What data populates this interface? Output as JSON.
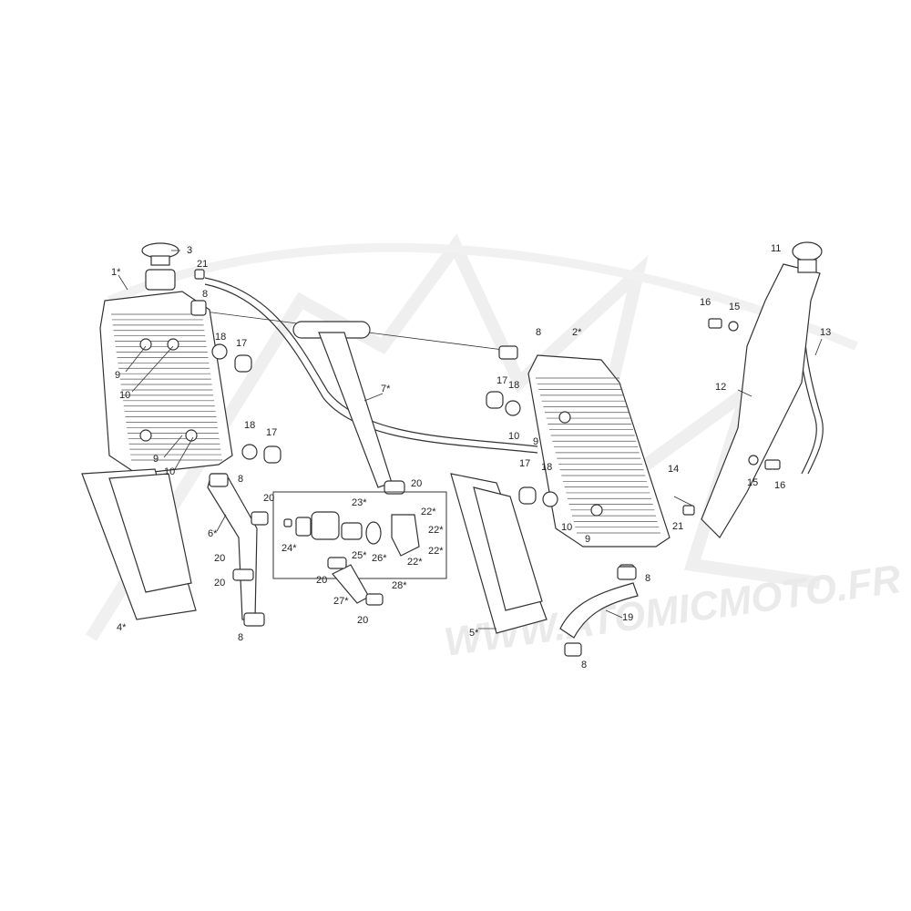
{
  "watermark": {
    "text": "WWW.ATOMICMOTO.FR",
    "color": "#e6e6e6"
  },
  "labels": [
    {
      "id": "l-3",
      "text": "3"
    },
    {
      "id": "l-21a",
      "text": "21"
    },
    {
      "id": "l-1",
      "text": "1*"
    },
    {
      "id": "l-8a",
      "text": "8"
    },
    {
      "id": "l-18a",
      "text": "18"
    },
    {
      "id": "l-17a",
      "text": "17"
    },
    {
      "id": "l-9a",
      "text": "9"
    },
    {
      "id": "l-10a",
      "text": "10"
    },
    {
      "id": "l-18b",
      "text": "18"
    },
    {
      "id": "l-17b",
      "text": "17"
    },
    {
      "id": "l-9b",
      "text": "9"
    },
    {
      "id": "l-10b",
      "text": "10"
    },
    {
      "id": "l-8b",
      "text": "8"
    },
    {
      "id": "l-7",
      "text": "7*"
    },
    {
      "id": "l-20a",
      "text": "20"
    },
    {
      "id": "l-6",
      "text": "6*"
    },
    {
      "id": "l-20b",
      "text": "20"
    },
    {
      "id": "l-20c",
      "text": "20"
    },
    {
      "id": "l-20d",
      "text": "20"
    },
    {
      "id": "l-4",
      "text": "4*"
    },
    {
      "id": "l-8c",
      "text": "8"
    },
    {
      "id": "l-23",
      "text": "23*"
    },
    {
      "id": "l-22a",
      "text": "22*"
    },
    {
      "id": "l-22b",
      "text": "22*"
    },
    {
      "id": "l-22c",
      "text": "22*"
    },
    {
      "id": "l-22d",
      "text": "22*"
    },
    {
      "id": "l-24",
      "text": "24*"
    },
    {
      "id": "l-25",
      "text": "25*"
    },
    {
      "id": "l-26",
      "text": "26*"
    },
    {
      "id": "l-28",
      "text": "28*"
    },
    {
      "id": "l-20e",
      "text": "20"
    },
    {
      "id": "l-27",
      "text": "27*"
    },
    {
      "id": "l-20f",
      "text": "20"
    },
    {
      "id": "l-8d",
      "text": "8"
    },
    {
      "id": "l-2",
      "text": "2*"
    },
    {
      "id": "l-17c",
      "text": "17"
    },
    {
      "id": "l-18c",
      "text": "18"
    },
    {
      "id": "l-10c",
      "text": "10"
    },
    {
      "id": "l-9c",
      "text": "9"
    },
    {
      "id": "l-17d",
      "text": "17"
    },
    {
      "id": "l-18d",
      "text": "18"
    },
    {
      "id": "l-10d",
      "text": "10"
    },
    {
      "id": "l-9d",
      "text": "9"
    },
    {
      "id": "l-5",
      "text": "5*"
    },
    {
      "id": "l-8e",
      "text": "8"
    },
    {
      "id": "l-19",
      "text": "19"
    },
    {
      "id": "l-8f",
      "text": "8"
    },
    {
      "id": "l-14",
      "text": "14"
    },
    {
      "id": "l-21b",
      "text": "21"
    },
    {
      "id": "l-11",
      "text": "11"
    },
    {
      "id": "l-16a",
      "text": "16"
    },
    {
      "id": "l-15a",
      "text": "15"
    },
    {
      "id": "l-13",
      "text": "13"
    },
    {
      "id": "l-12",
      "text": "12"
    },
    {
      "id": "l-15b",
      "text": "15"
    },
    {
      "id": "l-16b",
      "text": "16"
    }
  ]
}
